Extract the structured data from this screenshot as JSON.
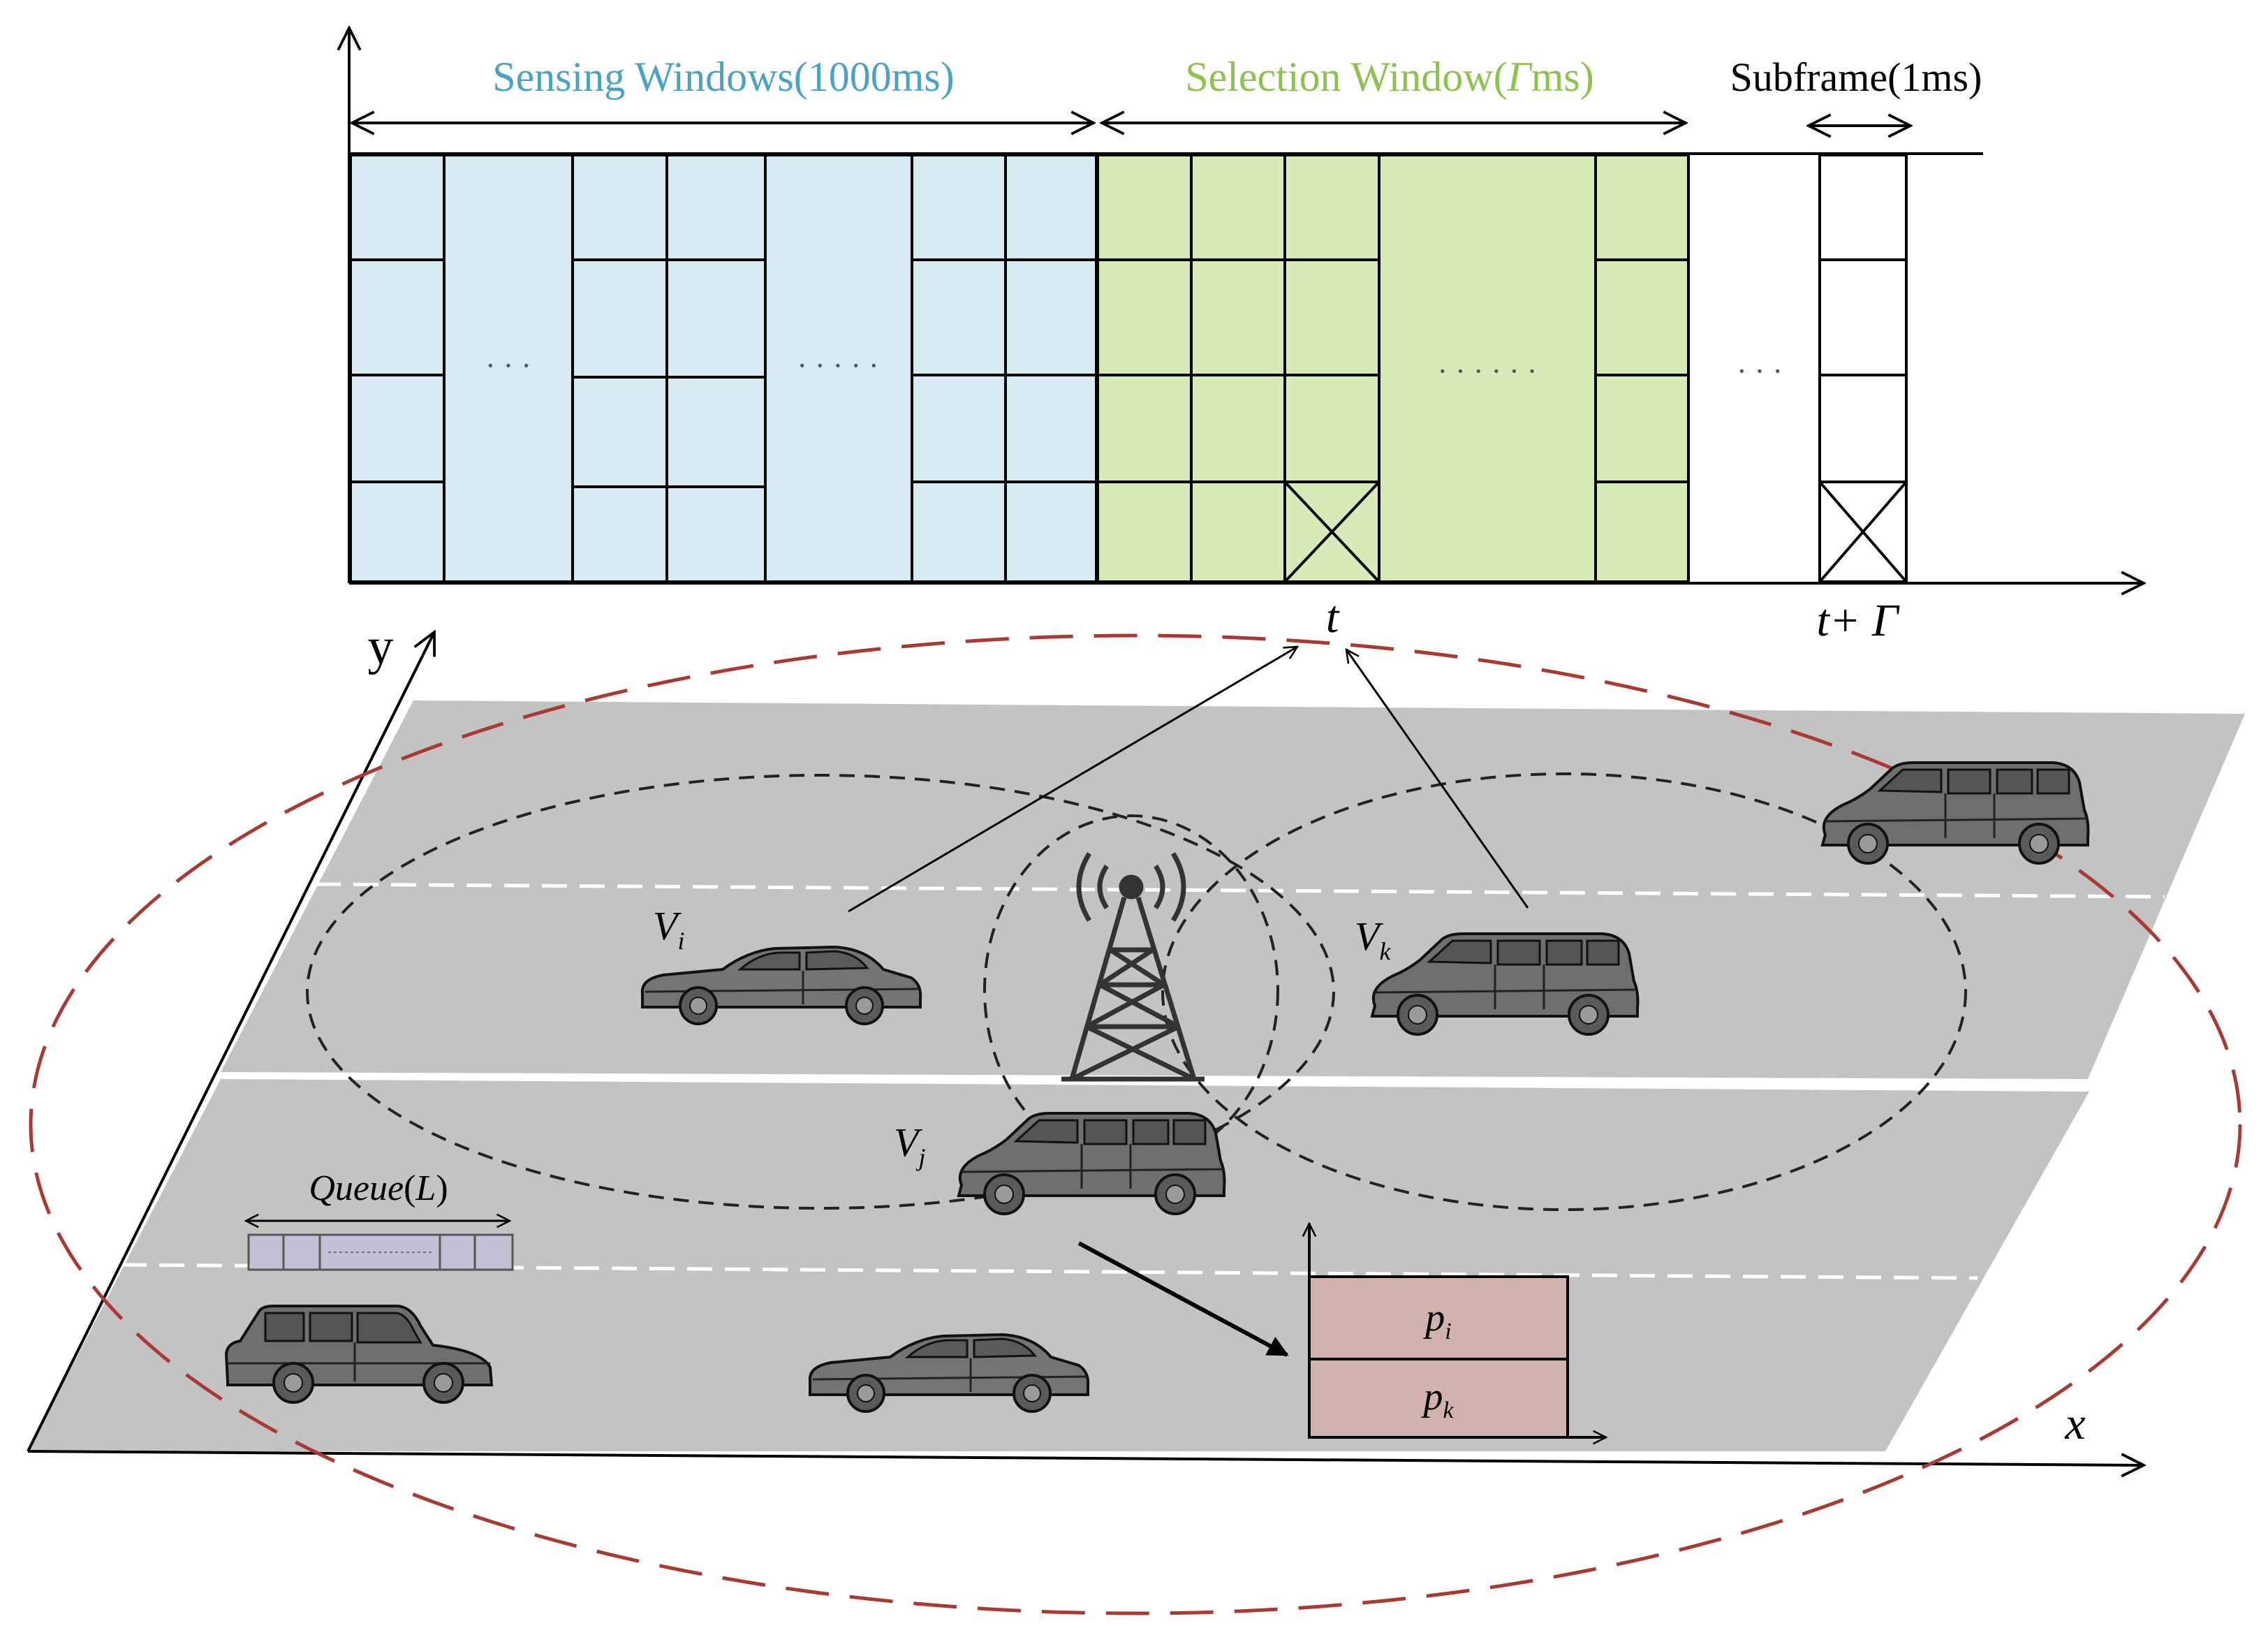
{
  "colors": {
    "sensing_fill": "#d6eaf1",
    "sensing_text": "#4aa3c2",
    "selection_fill": "#d6ebb8",
    "selection_text": "#8dc24f",
    "road": "#c3c3c3",
    "coverage_ellipse": "#a83a33",
    "queue_box": "#c5bfd5",
    "power_box": "#d1b2ae",
    "car_body": "#6f6f6f"
  },
  "timeline": {
    "sensing_label": "Sensing Windows(1000ms)",
    "selection_label_prefix": "Selection Window(",
    "selection_label_symbol": "Γ",
    "selection_label_suffix": "ms)",
    "subframe_label": "Subframe(1ms)",
    "dots_sensing_1": "· · ·",
    "dots_sensing_2": "· · · · ·",
    "dots_selection": "· · · · · ·",
    "dots_gap": "· · ·",
    "tick_t": "t",
    "tick_t_gamma_prefix": "t+",
    "tick_t_gamma_symbol": "Γ"
  },
  "road_scene": {
    "axis_y": "y",
    "axis_x": "x",
    "icons": [
      "cell-tower-icon",
      "sedan-icon",
      "minivan-icon",
      "suv-icon"
    ],
    "vehicles": [
      {
        "name": "V",
        "sub": "i",
        "type": "sedan"
      },
      {
        "name": "V",
        "sub": "k",
        "type": "minivan"
      },
      {
        "name": "V",
        "sub": "j",
        "type": "minivan"
      }
    ],
    "queue_label_word": "Queue",
    "queue_label_open": "(",
    "queue_label_symbol": "L",
    "queue_label_close": ")",
    "power_top_base": "p",
    "power_top_sub": "i",
    "power_bottom_base": "p",
    "power_bottom_sub": "k"
  }
}
